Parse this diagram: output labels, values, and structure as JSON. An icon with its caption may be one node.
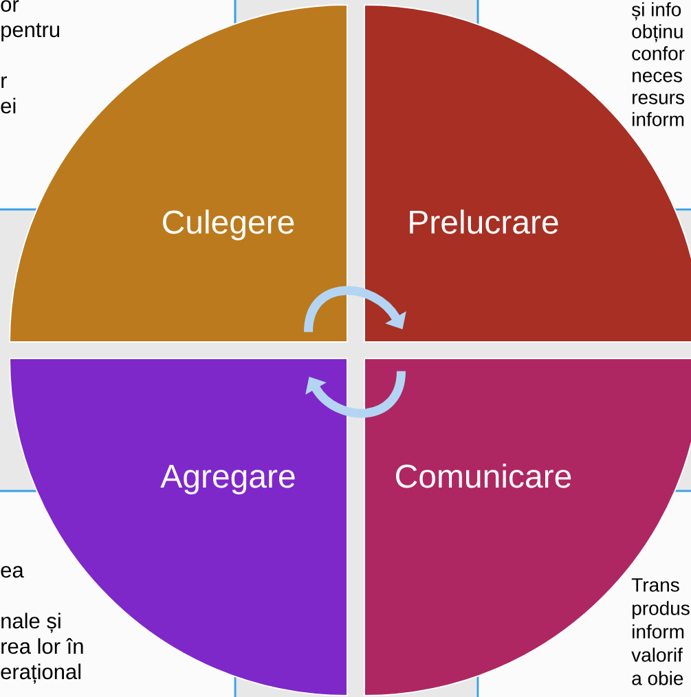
{
  "diagram": {
    "nodes": [
      {
        "text": [
          "or",
          "pentru",
          "r",
          "ei"
        ]
      },
      {
        "text": [
          "și info",
          "obținu",
          "confor",
          "neces",
          "resurs",
          "inform"
        ]
      },
      {
        "text": [
          "ea",
          "nale și",
          "rea lor în",
          "erațional"
        ]
      },
      {
        "text": [
          "Trans",
          "produs",
          "inform",
          "valorif",
          "a obie"
        ]
      },
      {
        "text": [
          "Culegere"
        ]
      },
      {
        "text": [
          "Prelucrare"
        ]
      },
      {
        "text": [
          "Agregare"
        ]
      },
      {
        "text": [
          "Comunicare"
        ]
      }
    ],
    "edges": [
      {
        "from": 4,
        "to": 5,
        "arrow": "to"
      },
      {
        "from": 7,
        "to": 6,
        "arrow": "to"
      }
    ]
  }
}
